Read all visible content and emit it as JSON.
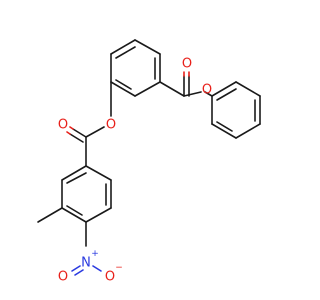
{
  "molecule": {
    "atoms": {
      "o_ester_top": "O",
      "o_ester_phenyl": "O",
      "o_ester_link": "O",
      "o_carbonyl_left": "O",
      "n_nitro": "N",
      "n_charge": "+",
      "o_nitro_left": "O",
      "o_nitro_right": "O",
      "o_nitro_charge": "−"
    },
    "colors": {
      "carbon_bond": "#1a1a1a",
      "oxygen": "#e8201a",
      "nitrogen": "#2a3ae0"
    }
  }
}
